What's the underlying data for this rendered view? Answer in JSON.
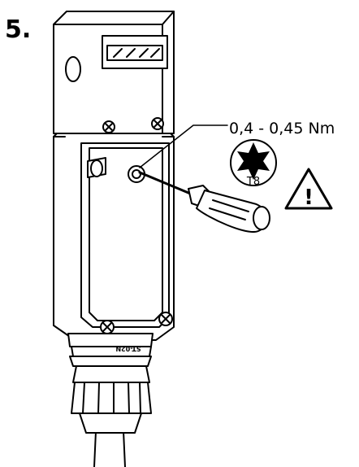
{
  "instruction": {
    "step_number": "5.",
    "torque_spec": "0,4 - 0,45 Nm",
    "bit_size": "T8",
    "warning_symbol": "!",
    "housing_marking": "ST-02N"
  },
  "colors": {
    "line": "#000000",
    "fill": "#ffffff",
    "bit_fill": "#000000"
  },
  "icons": [
    "torx-bit-icon",
    "warning-icon",
    "screwdriver-icon"
  ]
}
